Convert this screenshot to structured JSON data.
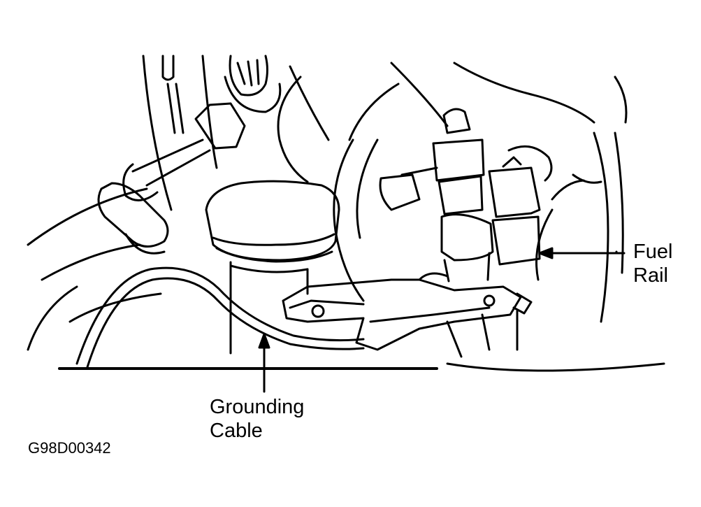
{
  "callouts": {
    "fuel_rail": {
      "line1": "Fuel",
      "line2": "Rail"
    },
    "grounding_cable": {
      "line1": "Grounding",
      "line2": "Cable"
    }
  },
  "figure_id": "G98D00342",
  "colors": {
    "ink": "#000000",
    "paper": "#ffffff"
  }
}
